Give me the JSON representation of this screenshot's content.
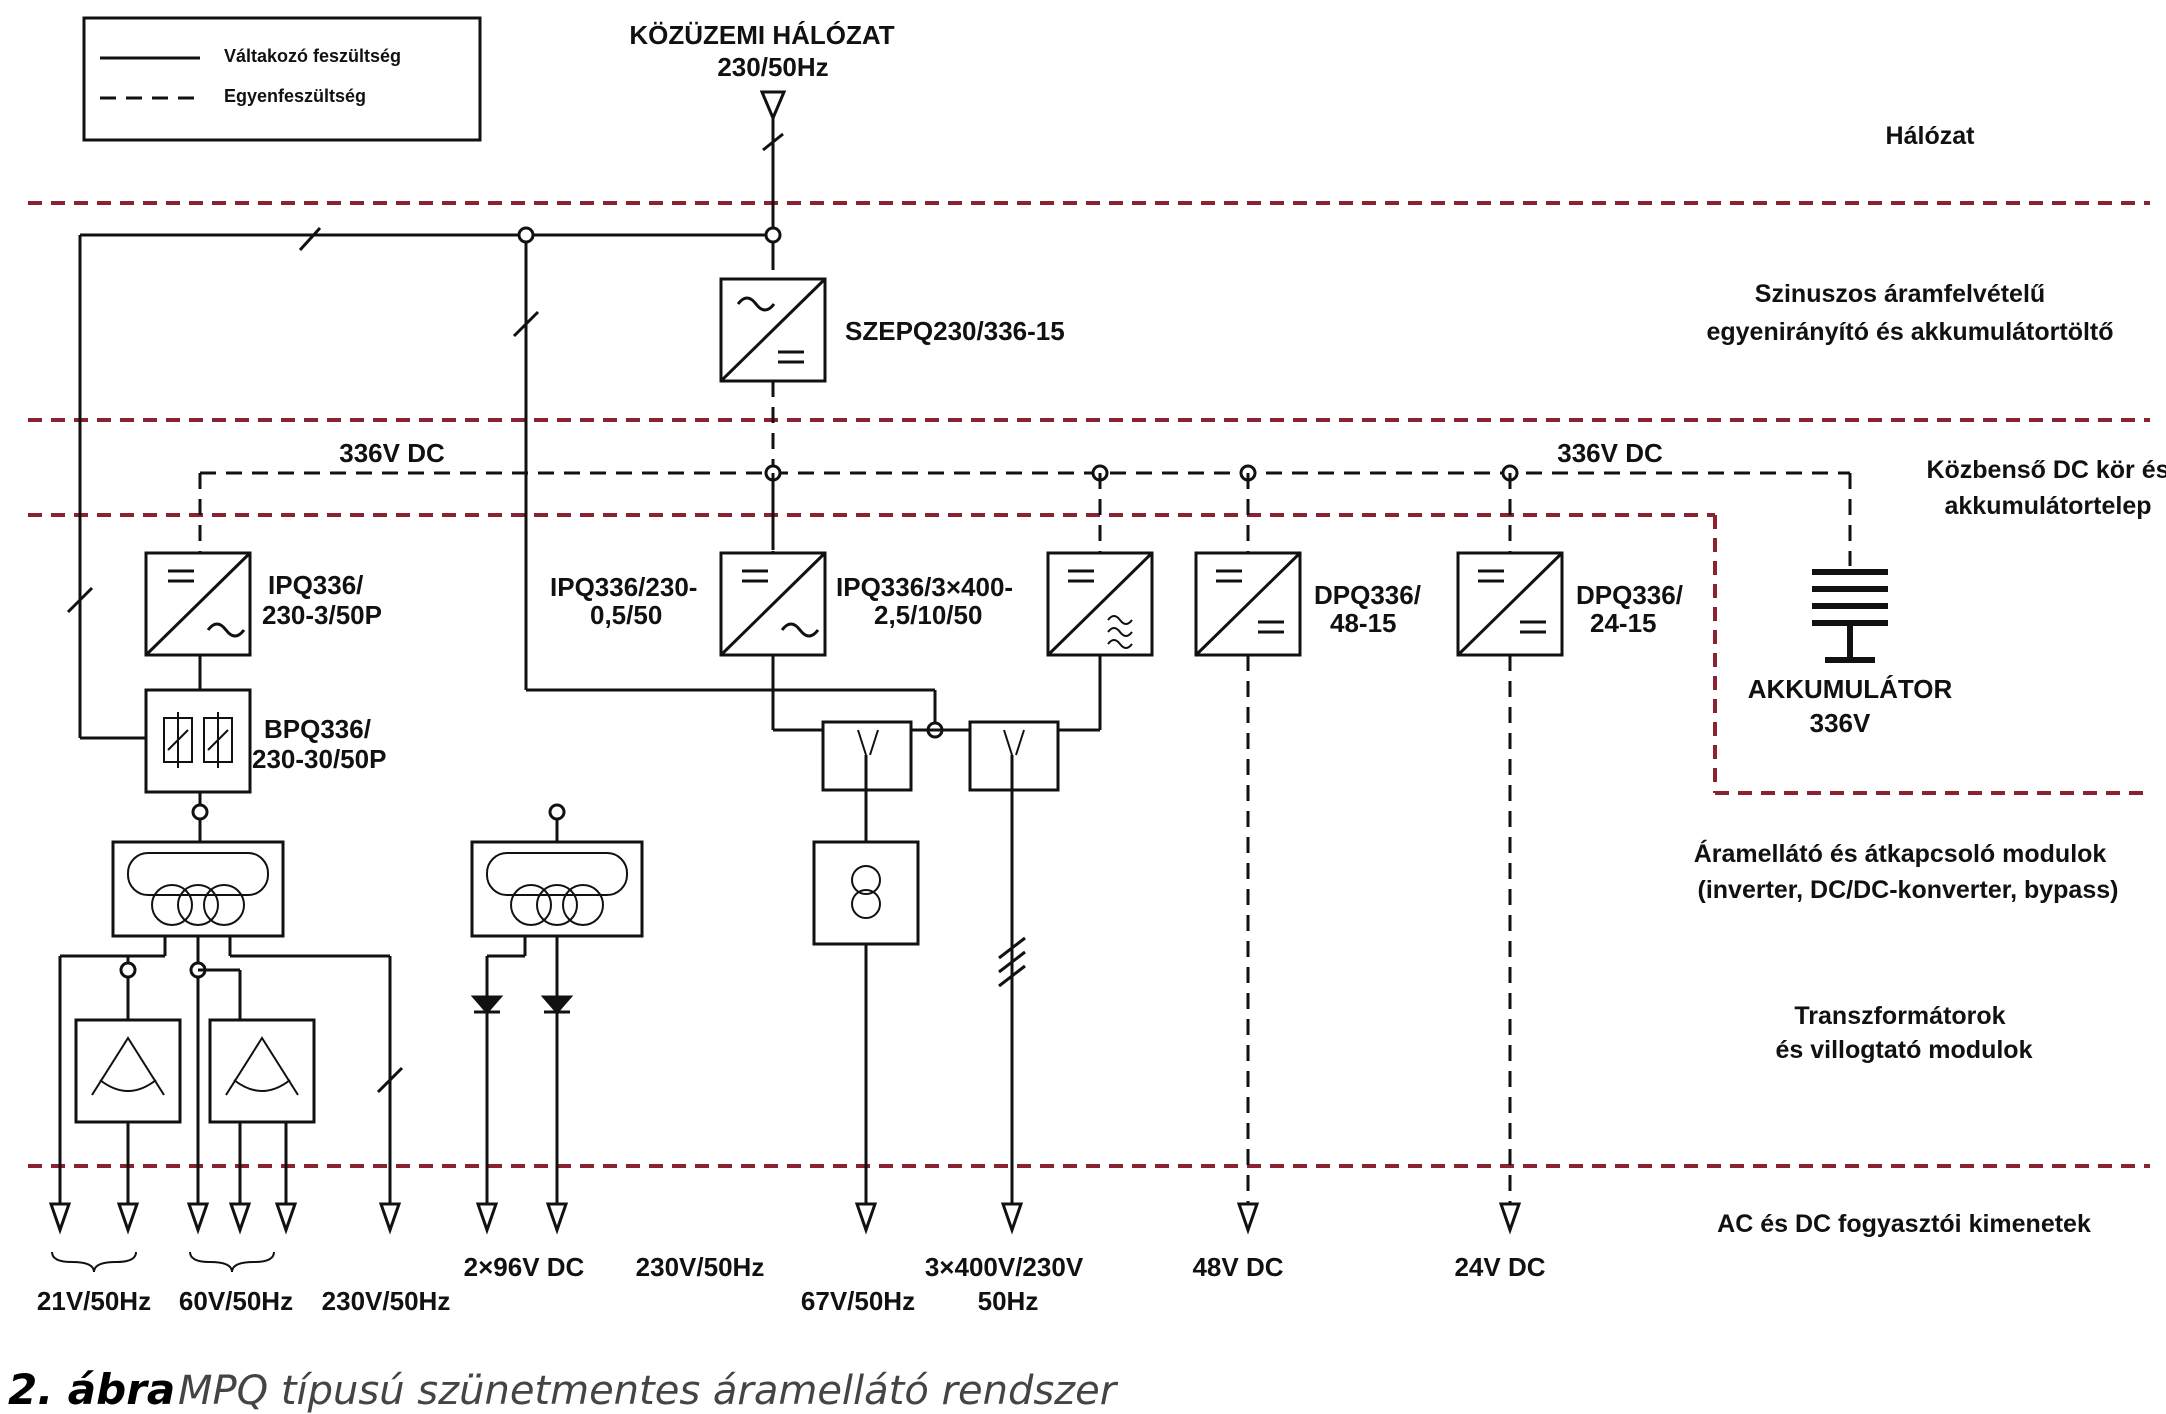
{
  "legend": {
    "ac": "Váltakozó feszültség",
    "dc": "Egyenfeszültség"
  },
  "top": {
    "title": "KÖZÜZEMI HÁLÓZAT",
    "sub": "230/50Hz"
  },
  "zones": {
    "halozat": "Hálózat",
    "rect1": "Szinuszos áramfelvételű",
    "rect2": "egyenirányító és akkumulátortöltő",
    "dc1": "Közbenső DC kör és",
    "dc2": "akkumulátortelep",
    "mod1": "Áramellátó és átkapcsoló modulok",
    "mod2": "(inverter, DC/DC-konverter, bypass)",
    "tr1": "Transzformátorok",
    "tr2": "és villogtató modulok",
    "out": "AC és DC fogyasztói kimenetek"
  },
  "bus": {
    "left": "336V DC",
    "right": "336V DC"
  },
  "units": {
    "szepq": "SZEPQ230/336-15",
    "ipq_a1": "IPQ336/",
    "ipq_a2": "230-3/50P",
    "bpq1": "BPQ336/",
    "bpq2": "230-30/50P",
    "ipq_b1": "IPQ336/230-",
    "ipq_b2": "0,5/50",
    "ipq_c1": "IPQ336/3×400-",
    "ipq_c2": "2,5/10/50",
    "dpq48_1": "DPQ336/",
    "dpq48_2": "48-15",
    "dpq24_1": "DPQ336/",
    "dpq24_2": "24-15",
    "akku1": "AKKUMULÁTOR",
    "akku2": "336V"
  },
  "outputs": {
    "o21": "21V/50Hz",
    "o60": "60V/50Hz",
    "o230a": "230V/50Hz",
    "o96": "2×96V DC",
    "o230b": "230V/50Hz",
    "o67": "67V/50Hz",
    "o3x400a": "3×400V/230V",
    "o3x400b": "50Hz",
    "o48": "48V DC",
    "o24": "24V DC"
  },
  "caption": {
    "num": "2. ábra",
    "text": "MPQ típusú szünetmentes áramellátó rendszer"
  },
  "colors": {
    "zone_line": "#8b2232",
    "ink": "#111111"
  }
}
